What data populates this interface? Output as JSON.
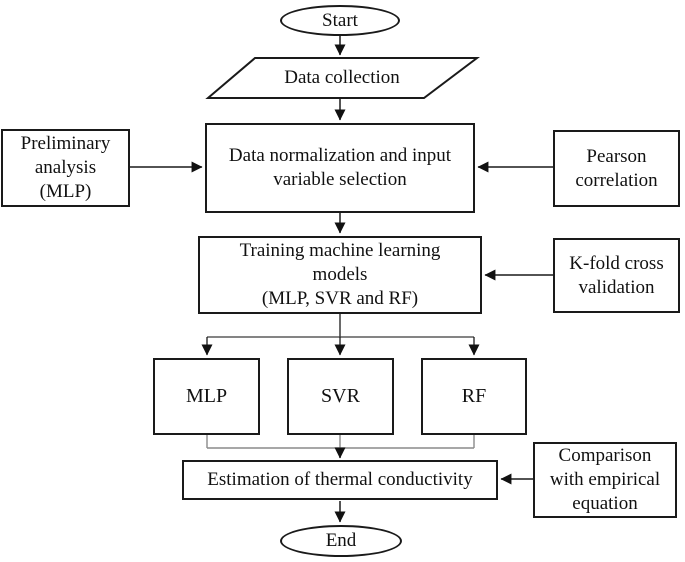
{
  "diagram": {
    "type": "flowchart",
    "background_color": "#ffffff",
    "line_color": "#1a1a1a",
    "bracket_line_color": "#8a8a8a",
    "text_color": "#111111",
    "nodes": {
      "start": {
        "label": "Start",
        "shape": "ellipse"
      },
      "data_collection": {
        "label": "Data collection",
        "shape": "parallelogram"
      },
      "preliminary": {
        "label": [
          "Preliminary",
          "analysis",
          "(MLP)"
        ],
        "shape": "rectangle"
      },
      "normalization": {
        "label": [
          "Data normalization and input",
          "variable selection"
        ],
        "shape": "rectangle"
      },
      "pearson": {
        "label": [
          "Pearson",
          "correlation"
        ],
        "shape": "rectangle"
      },
      "training": {
        "label": [
          "Training machine learning",
          "models",
          "(MLP, SVR and RF)"
        ],
        "shape": "rectangle"
      },
      "kfold": {
        "label": [
          "K-fold cross",
          "validation"
        ],
        "shape": "rectangle"
      },
      "mlp": {
        "label": "MLP",
        "shape": "rectangle"
      },
      "svr": {
        "label": "SVR",
        "shape": "rectangle"
      },
      "rf": {
        "label": "RF",
        "shape": "rectangle"
      },
      "estimation": {
        "label": "Estimation of thermal conductivity",
        "shape": "rectangle"
      },
      "comparison": {
        "label": [
          "Comparison",
          "with empirical",
          "equation"
        ],
        "shape": "rectangle"
      },
      "end": {
        "label": "End",
        "shape": "ellipse"
      }
    },
    "edges": [
      {
        "from": "start",
        "to": "data_collection"
      },
      {
        "from": "data_collection",
        "to": "normalization"
      },
      {
        "from": "preliminary",
        "to": "normalization"
      },
      {
        "from": "pearson",
        "to": "normalization"
      },
      {
        "from": "normalization",
        "to": "training"
      },
      {
        "from": "kfold",
        "to": "training"
      },
      {
        "from": "training",
        "to": "mlp"
      },
      {
        "from": "training",
        "to": "svr"
      },
      {
        "from": "training",
        "to": "rf"
      },
      {
        "from": "mlp",
        "to": "estimation"
      },
      {
        "from": "svr",
        "to": "estimation"
      },
      {
        "from": "rf",
        "to": "estimation"
      },
      {
        "from": "comparison",
        "to": "estimation"
      },
      {
        "from": "estimation",
        "to": "end"
      }
    ]
  }
}
